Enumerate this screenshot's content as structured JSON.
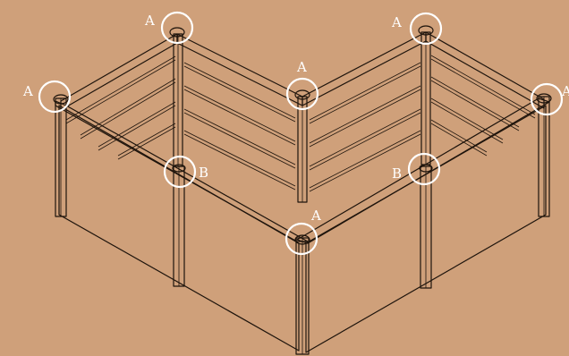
{
  "colors": {
    "background": "#cfa07a",
    "line": "#1e140c",
    "callout": "#ffffff"
  },
  "callouts": [
    {
      "id": "top-left-back-post",
      "label": "A",
      "icon": "circle-callout"
    },
    {
      "id": "left-corner-post",
      "label": "A",
      "icon": "circle-callout"
    },
    {
      "id": "inner-corner-post",
      "label": "A",
      "icon": "circle-callout"
    },
    {
      "id": "top-right-back-post",
      "label": "A",
      "icon": "circle-callout"
    },
    {
      "id": "right-corner-post",
      "label": "A",
      "icon": "circle-callout"
    },
    {
      "id": "front-corner-post",
      "label": "A",
      "icon": "circle-callout"
    },
    {
      "id": "left-mid-post",
      "label": "B",
      "icon": "circle-callout"
    },
    {
      "id": "right-mid-post",
      "label": "B",
      "icon": "circle-callout"
    }
  ]
}
